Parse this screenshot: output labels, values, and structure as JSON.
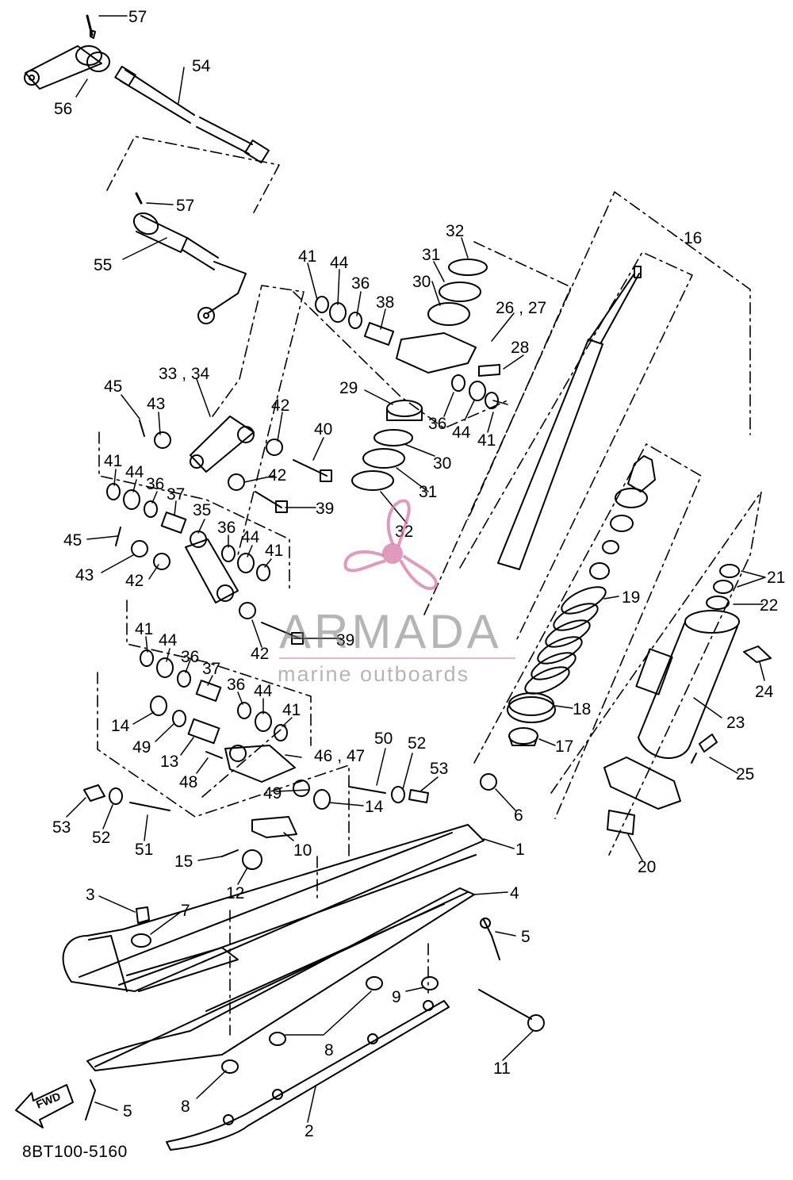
{
  "diagram_code": "8BT100-5160",
  "watermark": {
    "brand": "ARMADA",
    "tagline": "marine outboards",
    "brand_color": "#d678a8"
  },
  "fwd_arrow": "FWD",
  "part_labels": [
    {
      "id": "57a",
      "text": "57"
    },
    {
      "id": "54",
      "text": "54"
    },
    {
      "id": "56",
      "text": "56"
    },
    {
      "id": "57b",
      "text": "57"
    },
    {
      "id": "55",
      "text": "55"
    },
    {
      "id": "16",
      "text": "16"
    },
    {
      "id": "32a",
      "text": "32"
    },
    {
      "id": "31a",
      "text": "31"
    },
    {
      "id": "30a",
      "text": "30"
    },
    {
      "id": "26_27",
      "text": "26 , 27"
    },
    {
      "id": "28",
      "text": "28"
    },
    {
      "id": "41a",
      "text": "41"
    },
    {
      "id": "44a",
      "text": "44"
    },
    {
      "id": "36a",
      "text": "36"
    },
    {
      "id": "38",
      "text": "38"
    },
    {
      "id": "29",
      "text": "29"
    },
    {
      "id": "36b",
      "text": "36"
    },
    {
      "id": "44b",
      "text": "44"
    },
    {
      "id": "41b",
      "text": "41"
    },
    {
      "id": "30b",
      "text": "30"
    },
    {
      "id": "31b",
      "text": "31"
    },
    {
      "id": "32b",
      "text": "32"
    },
    {
      "id": "33_34",
      "text": "33 , 34"
    },
    {
      "id": "45a",
      "text": "45"
    },
    {
      "id": "43a",
      "text": "43"
    },
    {
      "id": "42a",
      "text": "42"
    },
    {
      "id": "40",
      "text": "40"
    },
    {
      "id": "42b",
      "text": "42"
    },
    {
      "id": "39a",
      "text": "39"
    },
    {
      "id": "41c",
      "text": "41"
    },
    {
      "id": "44c",
      "text": "44"
    },
    {
      "id": "36c",
      "text": "36"
    },
    {
      "id": "37a",
      "text": "37"
    },
    {
      "id": "35",
      "text": "35"
    },
    {
      "id": "36d",
      "text": "36"
    },
    {
      "id": "44d",
      "text": "44"
    },
    {
      "id": "41d",
      "text": "41"
    },
    {
      "id": "45b",
      "text": "45"
    },
    {
      "id": "43b",
      "text": "43"
    },
    {
      "id": "42c",
      "text": "42"
    },
    {
      "id": "19",
      "text": "19"
    },
    {
      "id": "21",
      "text": "21"
    },
    {
      "id": "22",
      "text": "22"
    },
    {
      "id": "42d",
      "text": "42"
    },
    {
      "id": "39b",
      "text": "39"
    },
    {
      "id": "41e",
      "text": "41"
    },
    {
      "id": "44e",
      "text": "44"
    },
    {
      "id": "36e",
      "text": "36"
    },
    {
      "id": "37b",
      "text": "37"
    },
    {
      "id": "24",
      "text": "24"
    },
    {
      "id": "18",
      "text": "18"
    },
    {
      "id": "36f",
      "text": "36"
    },
    {
      "id": "44f",
      "text": "44"
    },
    {
      "id": "41f",
      "text": "41"
    },
    {
      "id": "14a",
      "text": "14"
    },
    {
      "id": "49a",
      "text": "49"
    },
    {
      "id": "13",
      "text": "13"
    },
    {
      "id": "48",
      "text": "48"
    },
    {
      "id": "46_47",
      "text": "46 , 47"
    },
    {
      "id": "50",
      "text": "50"
    },
    {
      "id": "52a",
      "text": "52"
    },
    {
      "id": "53a",
      "text": "53"
    },
    {
      "id": "23",
      "text": "23"
    },
    {
      "id": "17",
      "text": "17"
    },
    {
      "id": "25",
      "text": "25"
    },
    {
      "id": "49b",
      "text": "49"
    },
    {
      "id": "14b",
      "text": "14"
    },
    {
      "id": "6",
      "text": "6"
    },
    {
      "id": "53b",
      "text": "53"
    },
    {
      "id": "52b",
      "text": "52"
    },
    {
      "id": "51",
      "text": "51"
    },
    {
      "id": "10",
      "text": "10"
    },
    {
      "id": "1",
      "text": "1"
    },
    {
      "id": "20",
      "text": "20"
    },
    {
      "id": "15",
      "text": "15"
    },
    {
      "id": "12",
      "text": "12"
    },
    {
      "id": "3",
      "text": "3"
    },
    {
      "id": "7",
      "text": "7"
    },
    {
      "id": "4",
      "text": "4"
    },
    {
      "id": "5a",
      "text": "5"
    },
    {
      "id": "9",
      "text": "9"
    },
    {
      "id": "8a",
      "text": "8"
    },
    {
      "id": "11",
      "text": "11"
    },
    {
      "id": "8b",
      "text": "8"
    },
    {
      "id": "5b",
      "text": "5"
    },
    {
      "id": "2",
      "text": "2"
    }
  ]
}
